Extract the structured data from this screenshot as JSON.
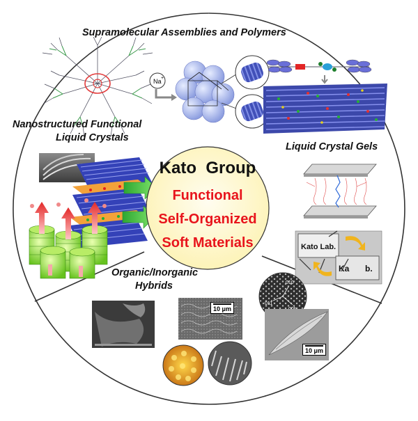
{
  "header": {
    "top_label": "Supramolecular Assemblies and Polymers"
  },
  "left_label": {
    "line1": "Nanostructured Functional",
    "line2": "Liquid Crystals"
  },
  "right_label": "Liquid Crystal Gels",
  "bottom_label": {
    "line1": "Organic/Inorganic",
    "line2": "Hybrids"
  },
  "center": {
    "group_name": "Kato  Group",
    "line1": "Functional",
    "line2": "Self-Organized",
    "line3": "Soft Materials"
  },
  "insets": {
    "ion_label": "Na",
    "ion_charge": "+",
    "lab_sign_left": "Kato Lab.",
    "lab_sign_right_a": "Ka",
    "lab_sign_right_b": "b.",
    "scale_bar_middle": "10 μm",
    "scale_bar_right": "10 μm",
    "diffraction_a": "010",
    "diffraction_b": "011",
    "diffraction_c": "00h"
  },
  "colors": {
    "center_title": "#111111",
    "center_text": "#e8141c",
    "center_fill": "#fffbd2",
    "arrow_green": "#36c23a",
    "circle_stroke": "#333333"
  }
}
